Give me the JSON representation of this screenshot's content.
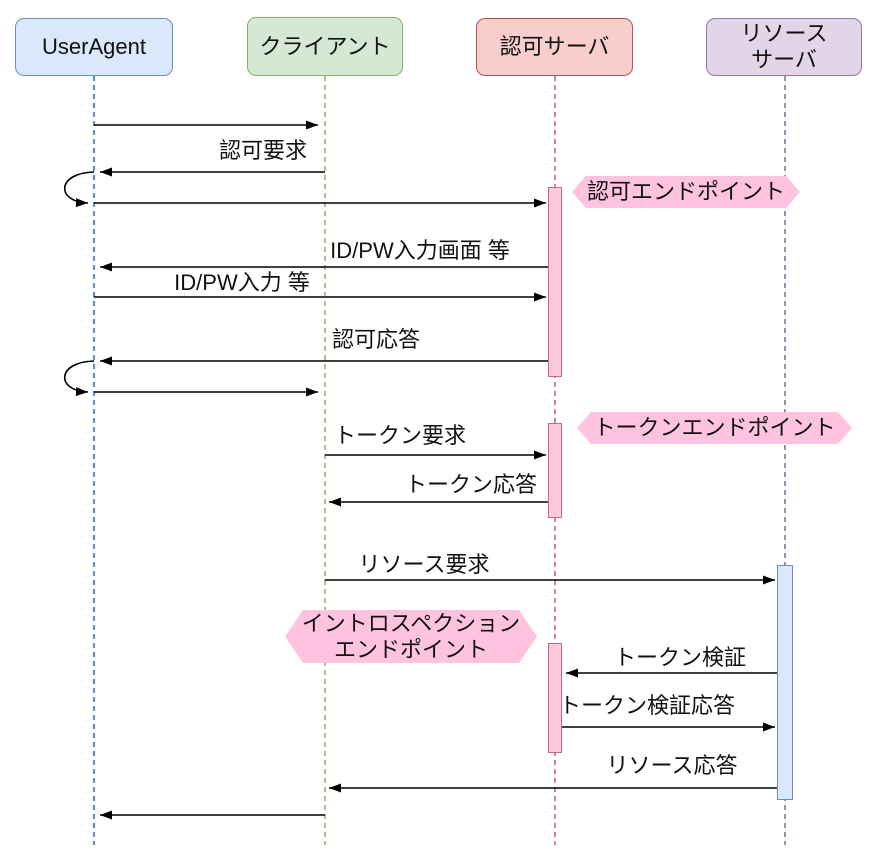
{
  "actors": [
    {
      "label": "UserAgent",
      "fill": "#dae8fc",
      "border": "#6c8ebf"
    },
    {
      "label": "クライアント",
      "fill": "#d5e8d4",
      "border": "#82b366"
    },
    {
      "label": "認可サーバ",
      "fill": "#f8cecc",
      "border": "#b85450"
    },
    {
      "label": "リソース",
      "label2": "サーバ",
      "fill": "#e1d5e7",
      "border": "#9673a6"
    }
  ],
  "messages": [
    {
      "label": "認可要求"
    },
    {
      "label": "ID/PW入力画面 等"
    },
    {
      "label": "ID/PW入力 等"
    },
    {
      "label": "認可応答"
    },
    {
      "label": "トークン要求"
    },
    {
      "label": "トークン応答"
    },
    {
      "label": "リソース要求"
    },
    {
      "label": "トークン検証"
    },
    {
      "label": "トークン検証応答"
    },
    {
      "label": "リソース応答"
    }
  ],
  "notes": [
    {
      "label": "認可エンドポイント"
    },
    {
      "label": "トークンエンドポイント"
    },
    {
      "label": "イントロスペクション",
      "label2": "エンドポイント"
    }
  ],
  "colors": {
    "note_fill": "#ffc3df",
    "activation_pink_fill": "#ffc9dd",
    "activation_pink_border": "#c96a85",
    "activation_blue_fill": "#dae8fc",
    "activation_blue_border": "#6c8ebf",
    "lifeline_useragent": "#6c8ebf",
    "lifeline_client": "#97a15c",
    "lifeline_authserver": "#b85450",
    "lifeline_resourceserver": "#9673a6",
    "arrow": "#000000"
  }
}
